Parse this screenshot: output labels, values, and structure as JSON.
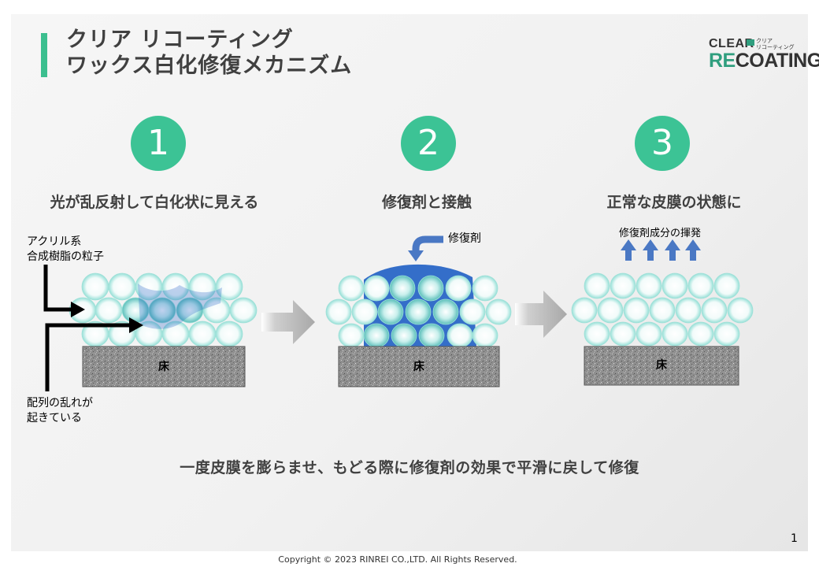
{
  "title": {
    "line1": "クリア リコーティング",
    "line2": "ワックス白化修復メカニズム"
  },
  "logo": {
    "word1": "CLEAR",
    "word2_accent": "RE",
    "word2_rest": "COATING",
    "sub_line1": "クリア",
    "sub_line2": "リコーティング"
  },
  "steps": [
    {
      "number": "1",
      "label": "光が乱反射して白化状に見える"
    },
    {
      "number": "2",
      "label": "修復剤と接触"
    },
    {
      "number": "3",
      "label": "正常な皮膜の状態に"
    }
  ],
  "annotations": {
    "particles_line1": "アクリル系",
    "particles_line2": "合成樹脂の粒子",
    "disorder_line1": "配列の乱れが",
    "disorder_line2": "起きている",
    "agent": "修復剤",
    "evaporation": "修復剤成分の揮発"
  },
  "floor_label": "床",
  "summary": "一度皮膜を膨らませ、もどる際に修復剤の効果で平滑に戻して修復",
  "page_number": "1",
  "copyright": "Copyright © 2023 RINREI  CO.,LTD. All Rights Reserved.",
  "colors": {
    "accent_green": "#3cc395",
    "title_text": "#404040",
    "particle_teal": "#5fd0c2",
    "agent_blue": "#1f5fc4",
    "arrow_blue": "#4a78c4",
    "floor_gray": "#8c8c8c"
  }
}
